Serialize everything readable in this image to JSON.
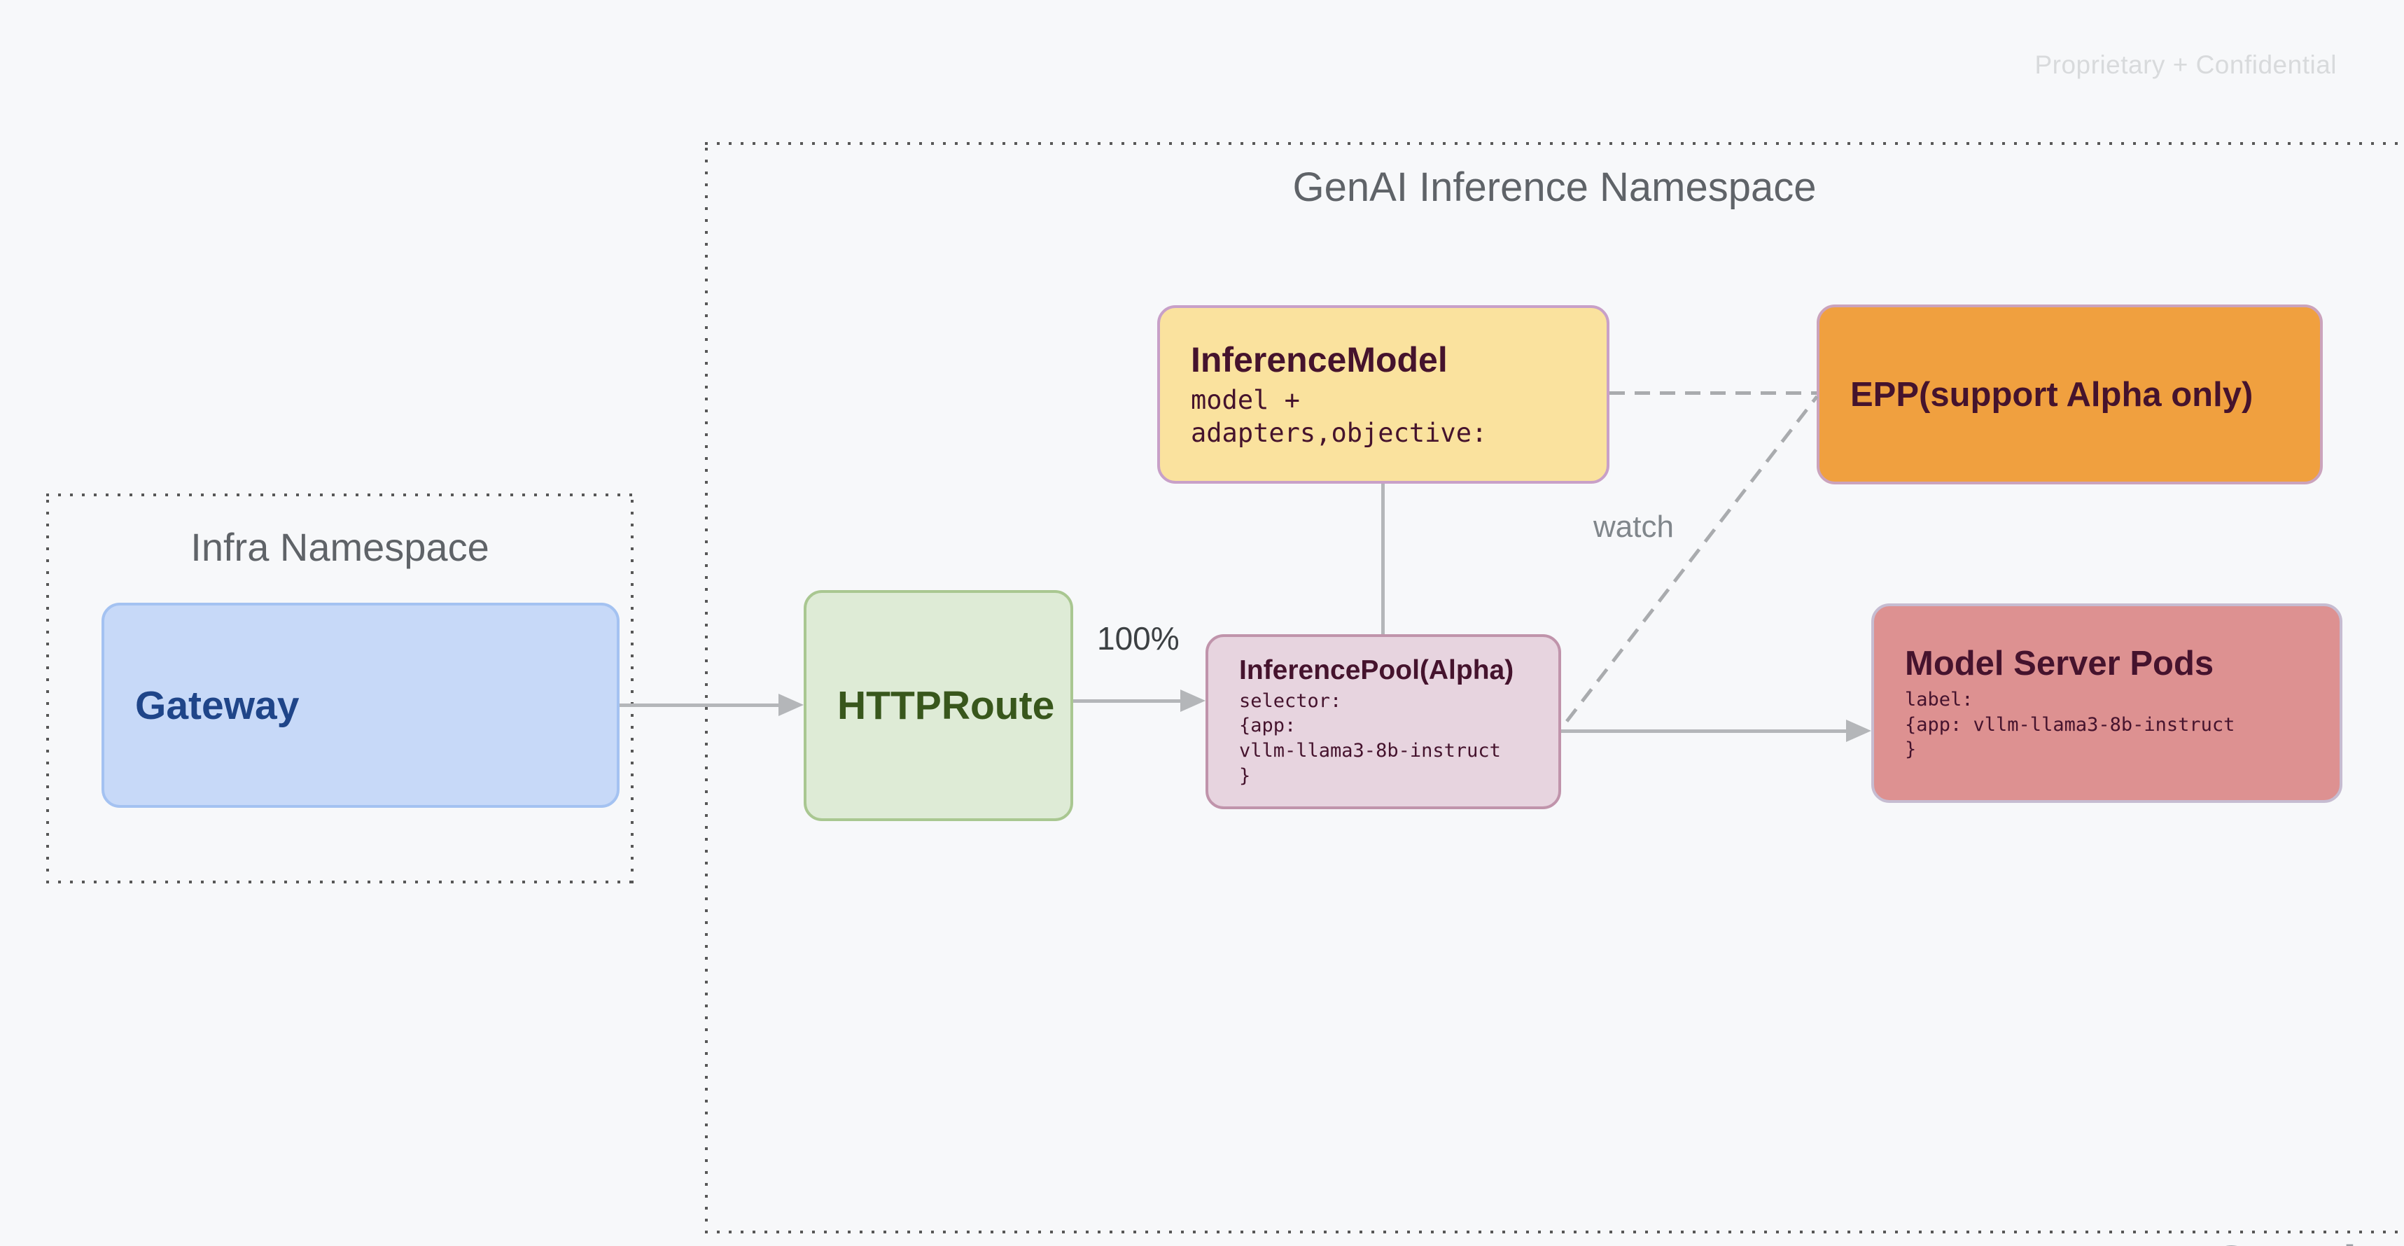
{
  "slide": {
    "watermark": "Proprietary + Confidential",
    "brand_watermark": "Google"
  },
  "infra_namespace": {
    "title": "Infra Namespace",
    "gateway": {
      "title": "Gateway"
    }
  },
  "genai_namespace": {
    "title": "GenAI Inference Namespace",
    "httproute": {
      "title": "HTTPRoute"
    },
    "inference_model": {
      "title": "InferenceModel",
      "body": "model +\nadapters,objective:"
    },
    "epp": {
      "title": "EPP(support Alpha only)"
    },
    "inference_pool": {
      "title": "InferencePool(Alpha)",
      "body": "selector:\n{app:\nvllm-llama3-8b-instruct\n}"
    },
    "model_server_pods": {
      "title": "Model Server Pods",
      "body": "label:\n{app: vllm-llama3-8b-instruct\n}"
    }
  },
  "edges": {
    "httproute_to_pool_label": "100%",
    "pool_to_epp_label": "watch"
  },
  "colors": {
    "slide_bg": "#f7f8fa",
    "watermark": "#d8dadc",
    "brand": "#9aa0a6",
    "namespace_title": "#5f6368",
    "namespace_border": "#575757",
    "connector": "#b4b6b9",
    "connector_dashed": "#a9abae",
    "edge_label": "#3c4043",
    "watch_label": "#80868b",
    "dark_text": "#45132d",
    "gateway_fill": "#c7d9f8",
    "gateway_border": "#a4c2f1",
    "gateway_text": "#1f4589",
    "httproute_fill": "#deebd6",
    "httproute_border": "#a9c791",
    "httproute_text": "#38571c",
    "inference_model_fill": "#fae29e",
    "inference_model_border": "#c8a0c8",
    "epp_fill": "#f0a03f",
    "epp_border": "#cba3bc",
    "pool_fill": "#e7d4df",
    "pool_border": "#c094ab",
    "pods_fill": "#dd9191",
    "pods_border": "#c6bcd1"
  }
}
